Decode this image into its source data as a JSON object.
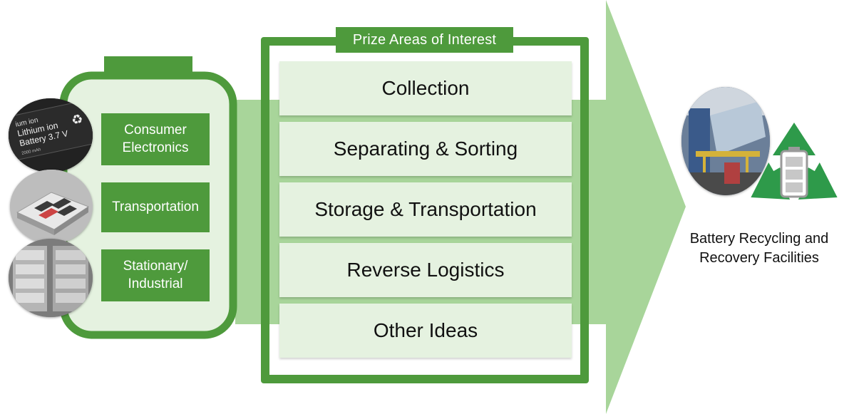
{
  "colors": {
    "dark_green": "#4e9a3c",
    "light_green": "#a8d59a",
    "pale_green": "#e5f2e0",
    "text": "#111111"
  },
  "sources": {
    "items": [
      {
        "label": "Consumer Electronics",
        "icon": "lithium-ion-battery-photo"
      },
      {
        "label": "Transportation",
        "icon": "ev-battery-pack-photo"
      },
      {
        "label": "Stationary/ Industrial",
        "icon": "battery-rack-photo"
      }
    ],
    "battery_print": {
      "line1": "ium ion",
      "line2": "Lithium ion",
      "line3": "Battery 3.7 V",
      "line4": "2000 mAh"
    }
  },
  "prize": {
    "title": "Prize Areas of Interest",
    "areas": [
      "Collection",
      "Separating & Sorting",
      "Storage & Transportation",
      "Reverse Logistics",
      "Other Ideas"
    ]
  },
  "destination": {
    "label_line1": "Battery Recycling and",
    "label_line2": "Recovery Facilities",
    "icons": [
      "recycling-facility-photo",
      "recycle-battery-icon"
    ]
  }
}
